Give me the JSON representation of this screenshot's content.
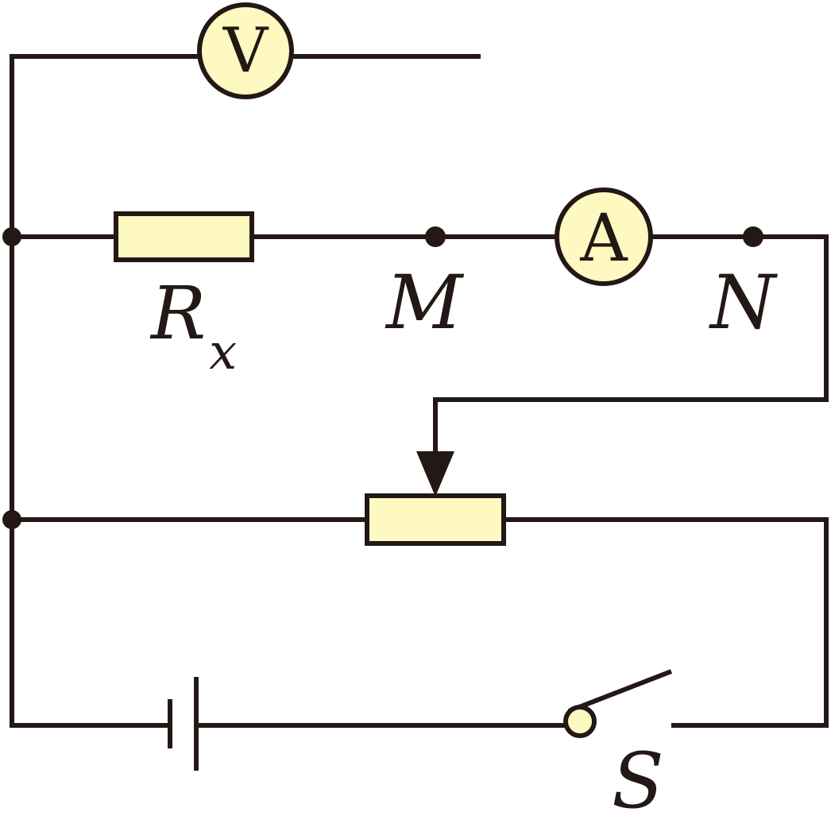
{
  "diagram": {
    "voltmeter_label": "V",
    "ammeter_label": "A",
    "resistor_label_main": "R",
    "resistor_label_sub": "x",
    "node_m_label": "M",
    "node_n_label": "N",
    "switch_label": "S",
    "colors": {
      "wire": "#231815",
      "component_fill": "#fdf9c0"
    }
  }
}
